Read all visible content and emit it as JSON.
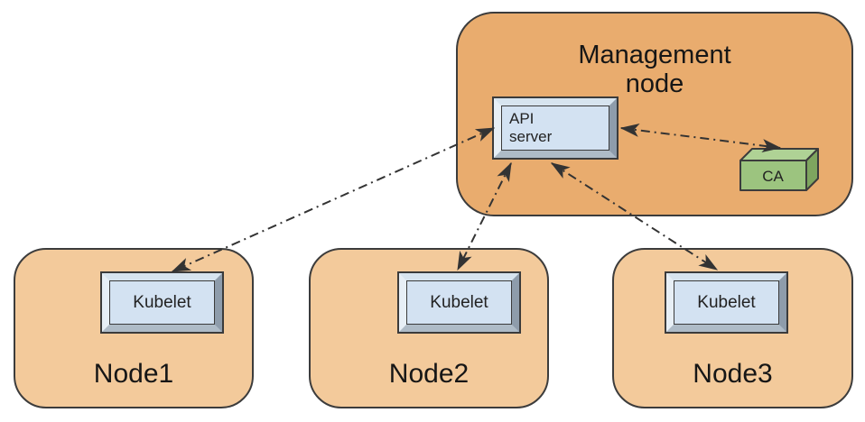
{
  "diagram": {
    "title_hint": "Kubernetes management topology",
    "management_node": {
      "label": "Management\nnode",
      "components": [
        "API server",
        "CA"
      ]
    },
    "api_server": {
      "label": "API\nserver"
    },
    "ca": {
      "label": "CA"
    },
    "nodes": [
      {
        "label": "Node1",
        "component": "Kubelet"
      },
      {
        "label": "Node2",
        "component": "Kubelet"
      },
      {
        "label": "Node3",
        "component": "Kubelet"
      }
    ],
    "connections": [
      {
        "from": "API server",
        "to": "Kubelet (Node1)",
        "style": "dash-dot",
        "bidirectional": true
      },
      {
        "from": "API server",
        "to": "Kubelet (Node2)",
        "style": "dash-dot",
        "bidirectional": true
      },
      {
        "from": "API server",
        "to": "Kubelet (Node3)",
        "style": "dash-dot",
        "bidirectional": true
      },
      {
        "from": "API server",
        "to": "CA",
        "style": "dash-dot",
        "bidirectional": true
      }
    ],
    "colors": {
      "management_fill": "#e9ac6e",
      "worker_fill": "#f3ca9b",
      "component_face": "#d3e2f2",
      "ca_front": "#9cc47f",
      "ca_top": "#afd295",
      "ca_side": "#7ea55f",
      "outline": "#3c3c3c",
      "arrow": "#333333"
    }
  }
}
